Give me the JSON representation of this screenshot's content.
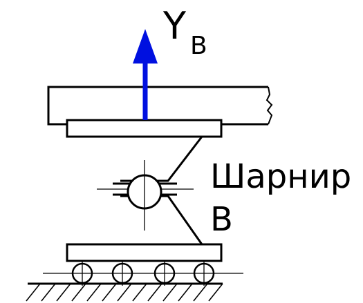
{
  "force": {
    "symbol": "Y",
    "subscript": "B",
    "color": "#0010e0"
  },
  "joint": {
    "line1": "Шарнир",
    "line2": "B"
  },
  "stroke_color": "#000000"
}
